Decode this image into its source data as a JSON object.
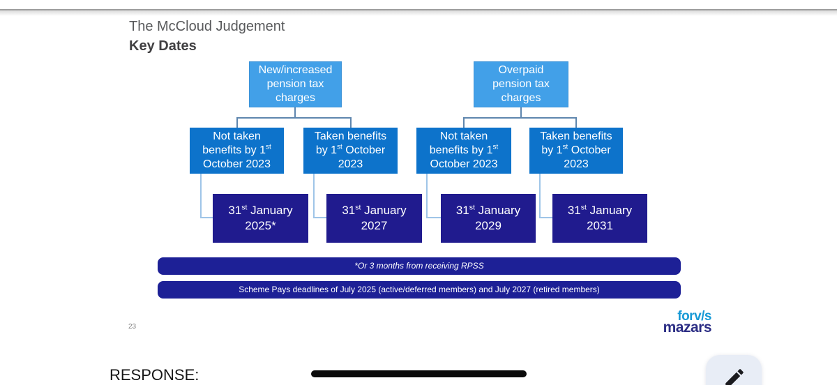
{
  "slide": {
    "title": "The McCloud Judgement",
    "subtitle": "Key Dates",
    "page_number": "23"
  },
  "diagram": {
    "roots": [
      {
        "l1": "New/increased",
        "l2": "pension tax",
        "l3": "charges"
      },
      {
        "l1": "Overpaid",
        "l2": "pension tax",
        "l3": "charges"
      }
    ],
    "conditions": [
      {
        "l1": "Not taken",
        "l2a": "benefits by 1",
        "l2sup": "st",
        "l2b": "",
        "l3": "October 2023"
      },
      {
        "l1": "Taken benefits",
        "l2a": "by 1",
        "l2sup": "st",
        "l2b": " October",
        "l3": "2023"
      },
      {
        "l1": "Not taken",
        "l2a": "benefits by 1",
        "l2sup": "st",
        "l2b": "",
        "l3": "October 2023"
      },
      {
        "l1": "Taken benefits",
        "l2a": "by 1",
        "l2sup": "st",
        "l2b": " October",
        "l3": "2023"
      }
    ],
    "deadlines": [
      {
        "d": "31",
        "sup": "st",
        "rest": " January",
        "year": "2025*"
      },
      {
        "d": "31",
        "sup": "st",
        "rest": " January",
        "year": "2027"
      },
      {
        "d": "31",
        "sup": "st",
        "rest": " January",
        "year": "2029"
      },
      {
        "d": "31",
        "sup": "st",
        "rest": " January",
        "year": "2031"
      }
    ],
    "note_banner": "*Or 3 months from receiving RPSS",
    "scheme_banner": "Scheme Pays deadlines of July 2025 (active/deferred members) and July 2027 (retired members)"
  },
  "logo": {
    "line1": "forv/s",
    "line2": "mazars"
  },
  "response": {
    "label": "RESPONSE:"
  },
  "colors": {
    "root_box": "#42a0e8",
    "condition_box": "#0d73cb",
    "deadline_box": "#201b8e",
    "banner": "#1d2096",
    "tree_connector": "#5e86ae",
    "elbow_connector": "#9fc5e8",
    "logo_light_blue": "#189ad6",
    "logo_navy": "#2b2d84"
  }
}
